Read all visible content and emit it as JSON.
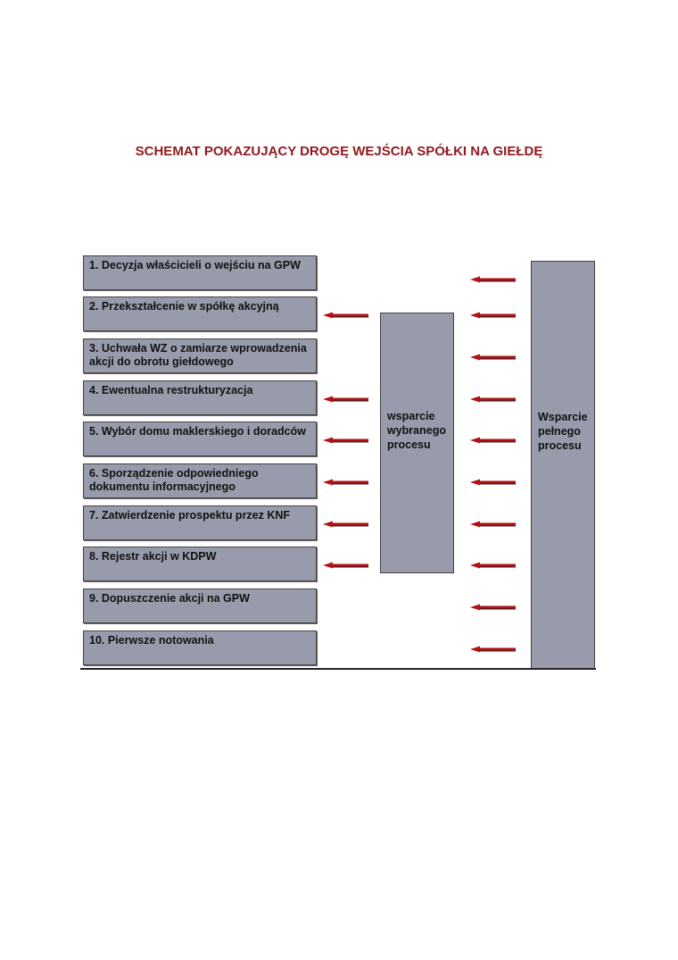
{
  "title": "SCHEMAT POKAZUJĄCY  DROGĘ  WEJŚCIA SPÓŁKI NA GIEŁDĘ",
  "steps": [
    {
      "label": "1. Decyzja właścicieli o wejściu na GPW",
      "selected_support": false
    },
    {
      "label": "2. Przekształcenie w spółkę akcyjną",
      "selected_support": true
    },
    {
      "label": "3. Uchwała WZ o zamiarze wprowadzenia akcji do obrotu giełdowego",
      "selected_support": false
    },
    {
      "label": "4. Ewentualna restrukturyzacja",
      "selected_support": true
    },
    {
      "label": "5. Wybór domu maklerskiego i doradców",
      "selected_support": true
    },
    {
      "label": "6. Sporządzenie odpowiedniego dokumentu informacyjnego",
      "selected_support": true
    },
    {
      "label": "7. Zatwierdzenie prospektu przez KNF",
      "selected_support": true
    },
    {
      "label": "8. Rejestr akcji w KDPW",
      "selected_support": true
    },
    {
      "label": "9. Dopuszczenie akcji na GPW",
      "selected_support": false
    },
    {
      "label": "10. Pierwsze notowania",
      "selected_support": false
    }
  ],
  "selected_support": {
    "lines": [
      "wsparcie",
      "wybranego",
      "procesu"
    ]
  },
  "full_support": {
    "lines": [
      "Wsparcie",
      "pełnego",
      "procesu"
    ]
  },
  "colors": {
    "box": "#989bab",
    "arrow": "#b01016",
    "title": "#8f1b1e"
  }
}
